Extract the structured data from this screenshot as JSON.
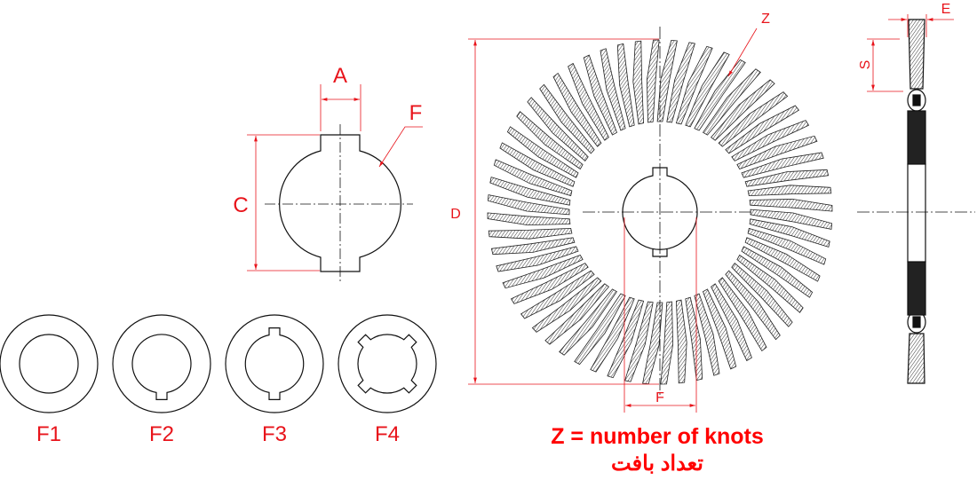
{
  "labels": {
    "key_width": "A",
    "key_form": "F",
    "hub_height": "C",
    "outer_diameter": "D",
    "knots": "Z",
    "bore": "F",
    "knot_length": "S",
    "thickness": "E"
  },
  "variants": [
    "F1",
    "F2",
    "F3",
    "F4"
  ],
  "caption": {
    "english": "Z = number of knots",
    "persian": "تعداد بافت"
  },
  "colors": {
    "dimension": "#e8141b",
    "line": "#111111"
  }
}
